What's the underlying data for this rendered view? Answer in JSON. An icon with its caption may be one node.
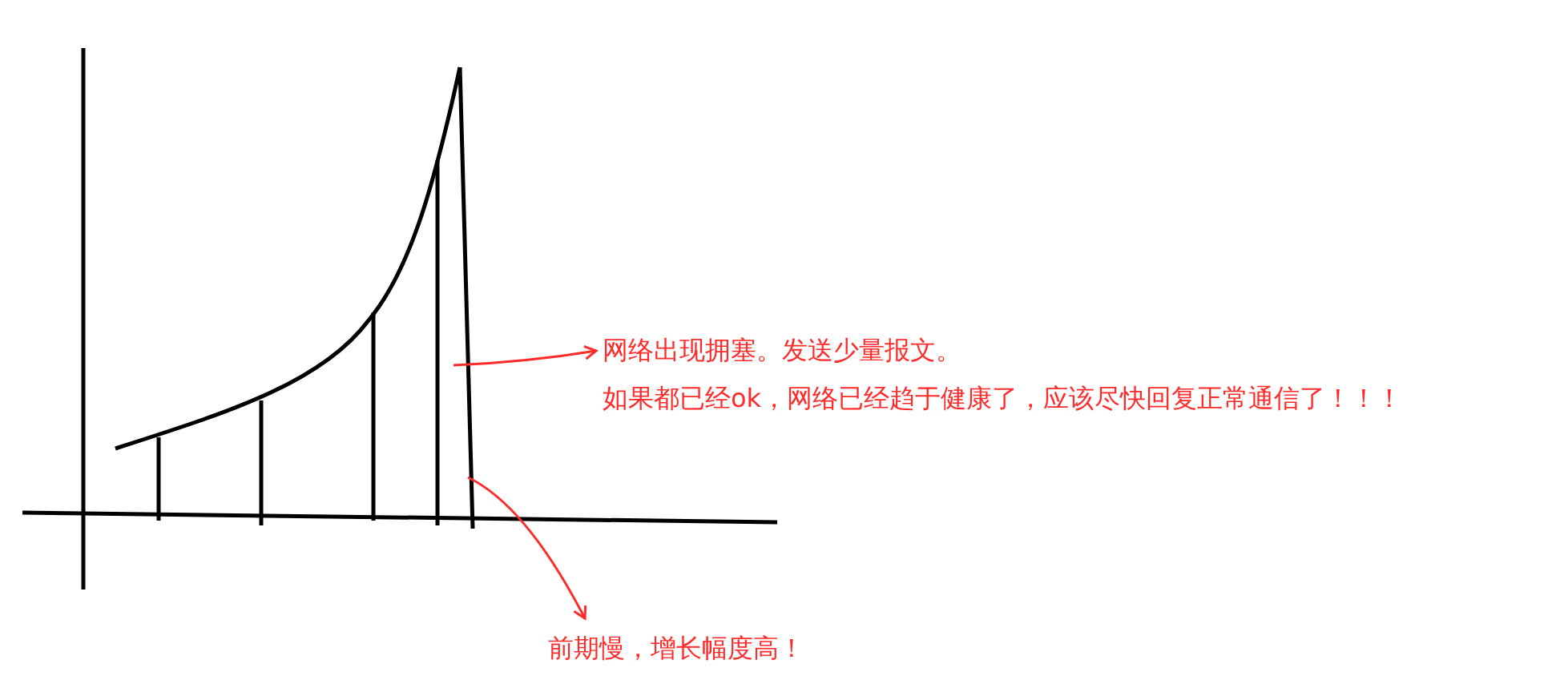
{
  "diagram": {
    "nodes": [
      {
        "text": [],
        "shape": "picture"
      },
      {
        "text": [
          "网络出现拥塞。发送少量报文。",
          "如果都已经ok，网络已经趋于健康了，应该尽快回复正常通信了！！！"
        ]
      },
      {
        "text": [
          "前期慢，增长幅度高！"
        ]
      }
    ],
    "edges": [
      {
        "from": 0,
        "to": 1,
        "arrow": "to"
      },
      {
        "from": 0,
        "to": 2,
        "arrow": "to"
      }
    ]
  }
}
